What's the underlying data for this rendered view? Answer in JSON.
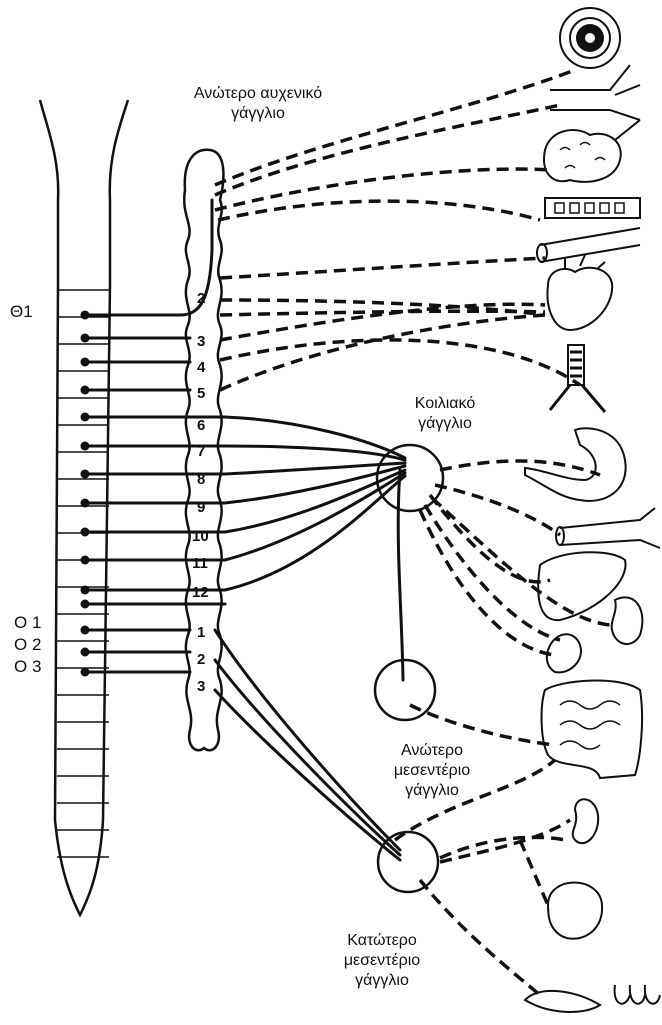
{
  "labels": {
    "superior_cervical_ganglion": [
      "Ανώτερο αυχενικό",
      "γάγγλιο"
    ],
    "celiac_ganglion": [
      "Κοιλιακό",
      "γάγγλιο"
    ],
    "superior_mesenteric_ganglion": [
      "Ανώτερο",
      "μεσεντέριο",
      "γάγγλιο"
    ],
    "inferior_mesenteric_ganglion": [
      "Κατώτερο",
      "μεσεντέριο",
      "γάγγλιο"
    ]
  },
  "spinal_levels": {
    "thoracic_start": "Θ1",
    "lumbar": [
      "Ο 1",
      "Ο 2",
      "Ο 3"
    ]
  },
  "chain_numbers": {
    "thoracic": [
      "2",
      "3",
      "4",
      "5",
      "6",
      "7",
      "8",
      "9",
      "10",
      "11",
      "12"
    ],
    "lumbar": [
      "1",
      "2",
      "3"
    ]
  },
  "organs": [
    "eye-icon",
    "blood-vessel-icon",
    "salivary-gland-icon",
    "bronchial-tube-icon",
    "artery-icon",
    "heart-icon",
    "trachea-lung-icon",
    "stomach-icon",
    "aorta-icon",
    "liver-icon",
    "spleen-icon",
    "pancreas-icon",
    "intestine-icon",
    "kidney-icon",
    "bladder-icon",
    "genitals-icon"
  ]
}
